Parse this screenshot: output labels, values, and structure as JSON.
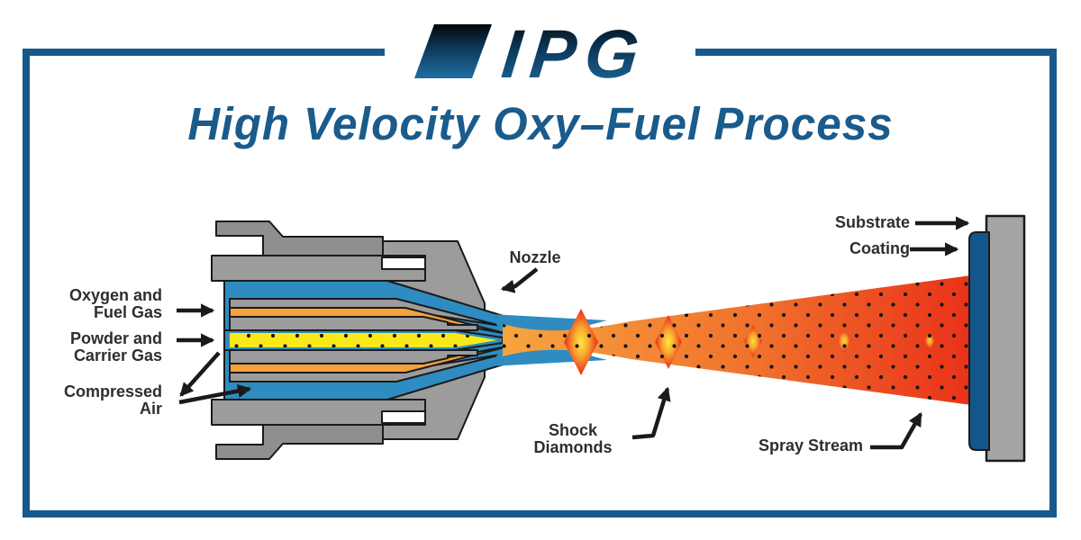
{
  "logo": {
    "text": "IPG"
  },
  "title": {
    "text": "High Velocity Oxy–Fuel Process"
  },
  "labels": {
    "oxygen_line1": "Oxygen and",
    "oxygen_line2": "Fuel Gas",
    "powder_line1": "Powder and",
    "powder_line2": "Carrier Gas",
    "air_line1": "Compressed",
    "air_line2": "Air",
    "nozzle": "Nozzle",
    "shock_line1": "Shock",
    "shock_line2": "Diamonds",
    "spray": "Spray Stream",
    "substrate": "Substrate",
    "coating": "Coating"
  },
  "colors": {
    "frame_border": "#17598C",
    "title_text": "#1A5B8C",
    "label_text": "#2E2E2E",
    "housing_gray": "#9C9C9C",
    "bracket_gray": "#8F8F8F",
    "substrate_gray": "#A5A5A5",
    "compressed_air_blue": "#2E8CC1",
    "coating_blue": "#15568A",
    "fuel_gas_orange": "#F6A13C",
    "powder_yellow": "#FAE919",
    "spray_hot_orange": "#F7A43F",
    "spray_hot_red": "#E93119",
    "shock_diamond_core": "#FFE93F",
    "outline_black": "#1A1A1A"
  }
}
